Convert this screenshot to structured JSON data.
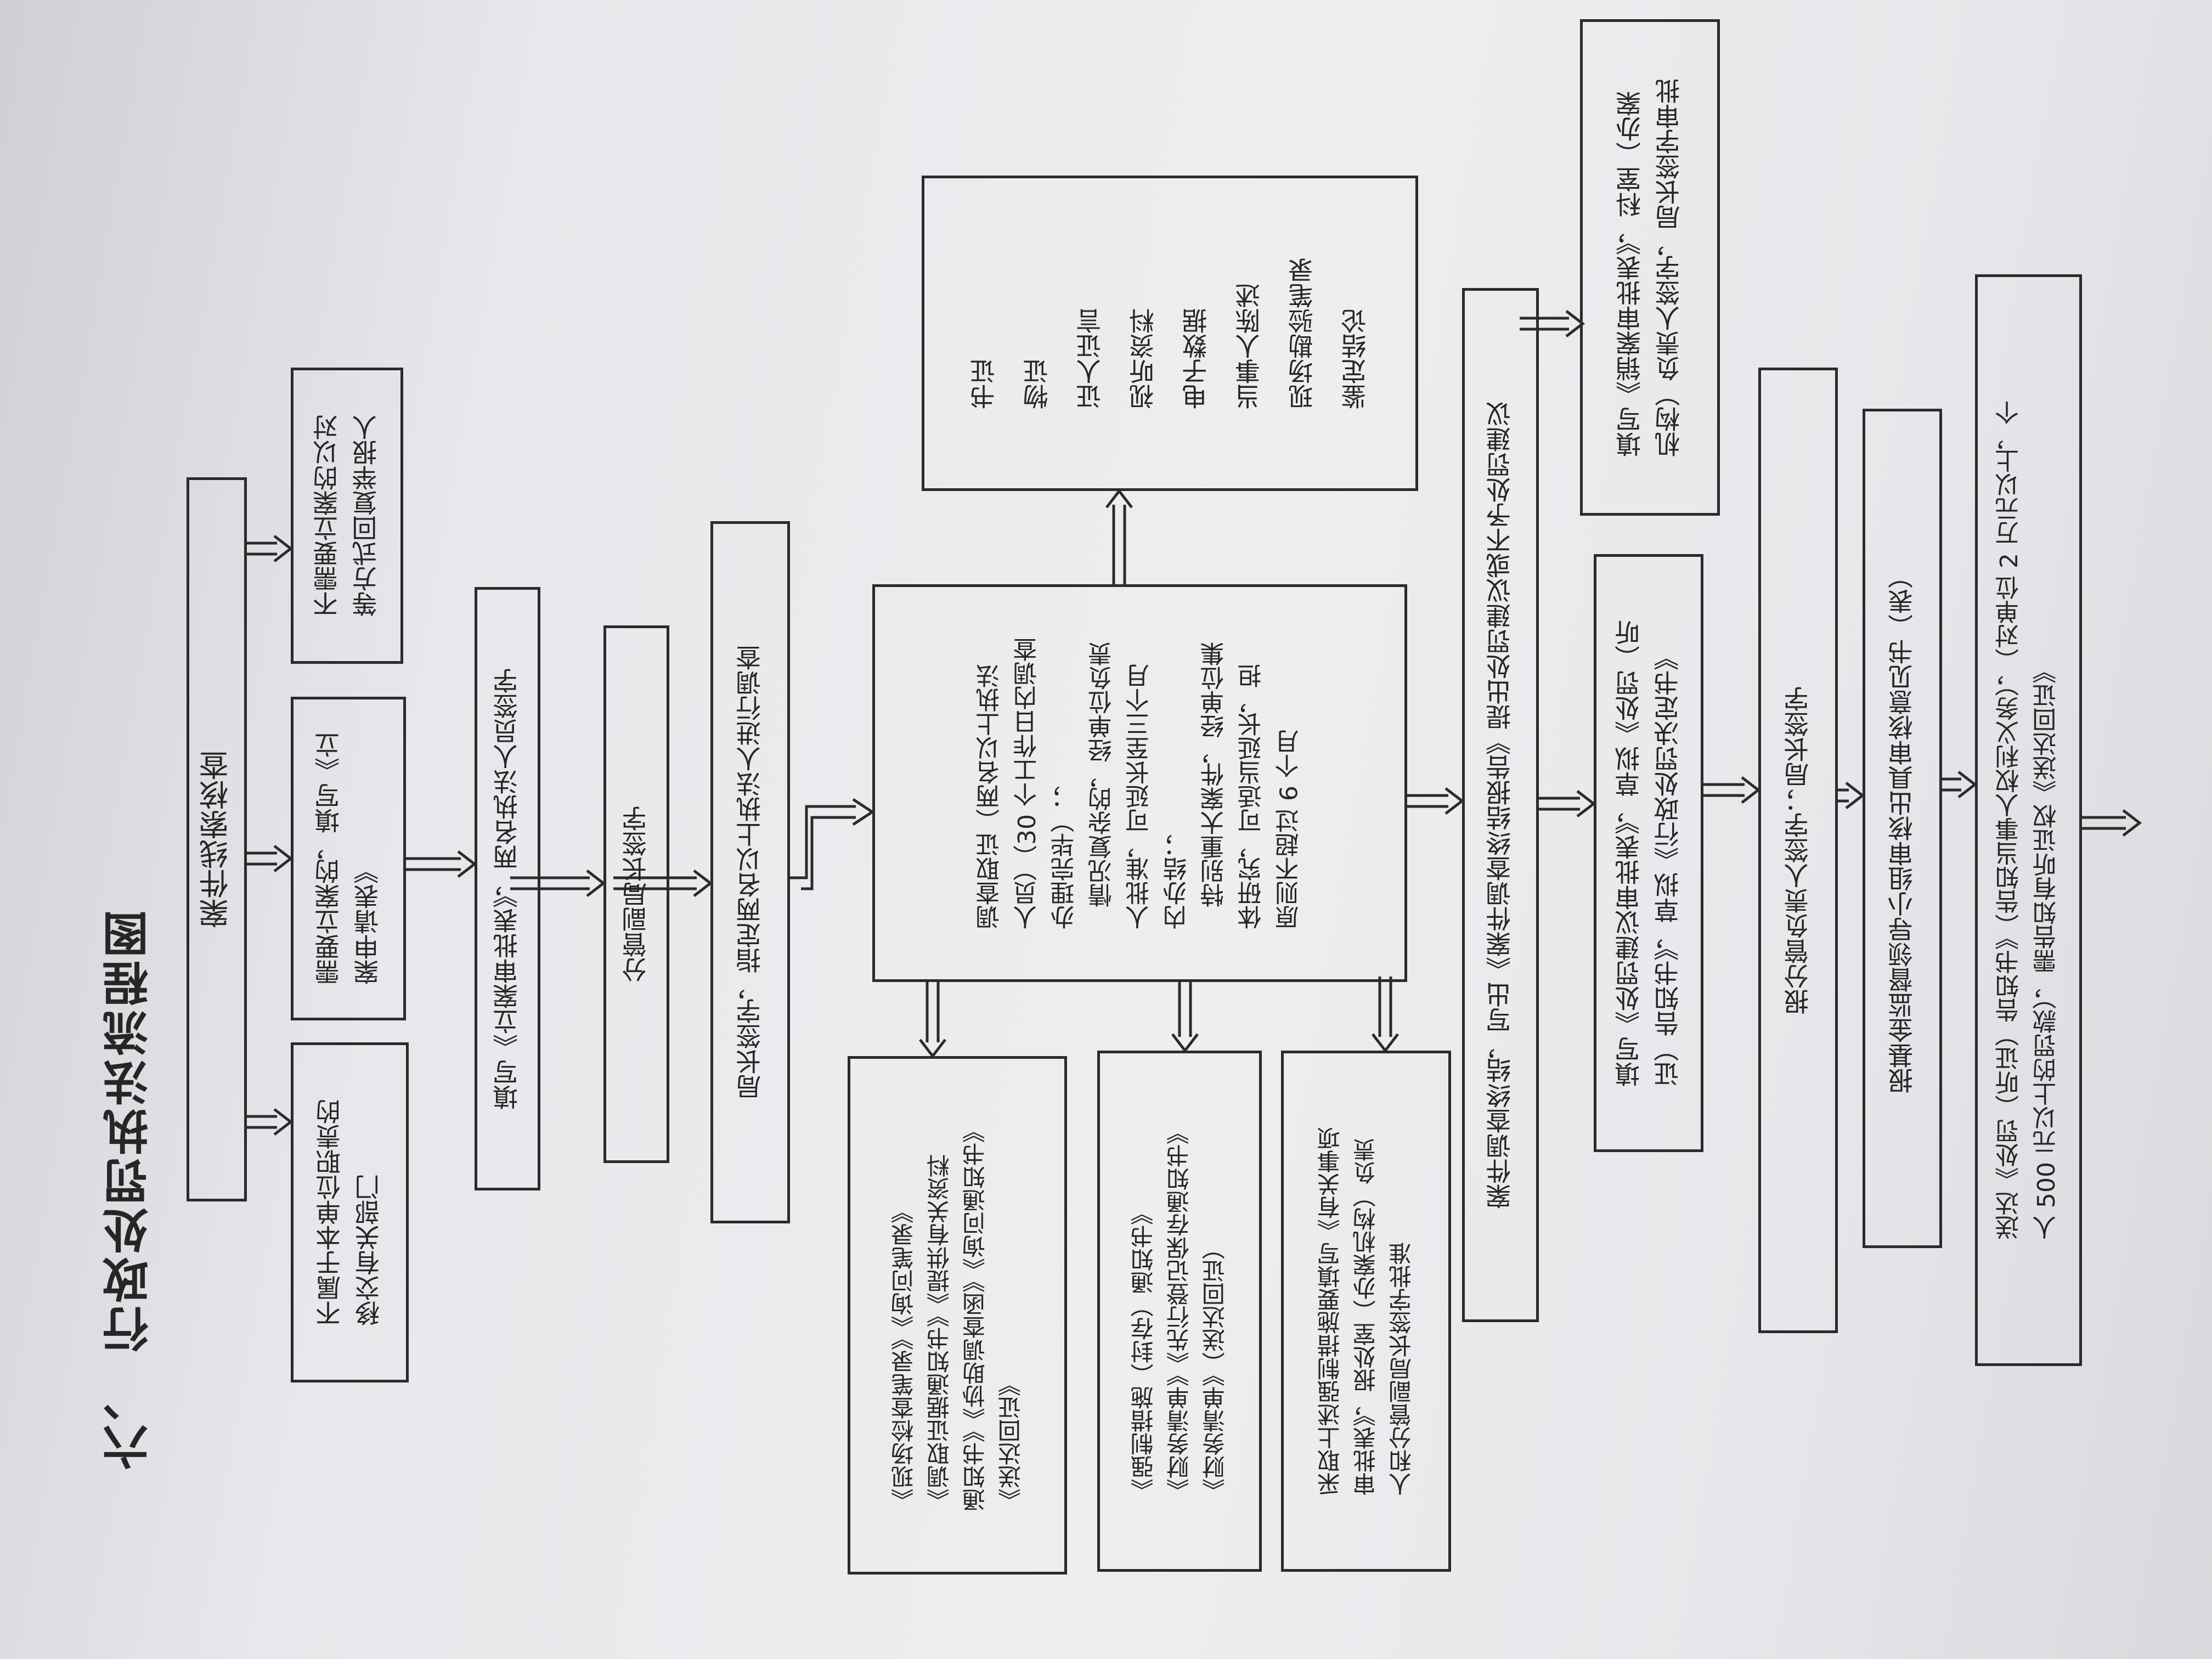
{
  "section_title": "六、 行政处罚执法流程图",
  "nodes": {
    "case_clue": "案件线索核查",
    "not_our_duty": [
      "不属于本单位职责的",
      "移交有关部门"
    ],
    "need_file": [
      "需要立案的，填写《立",
      "案申请表》"
    ],
    "no_need_file": [
      "不需要立案的以对",
      "等方式回复举报人"
    ],
    "fill_approval": "填写《立案审批表》，两名执法人员签字",
    "deputy_sign": "分管副局长签字",
    "director_assign": "局长签字，指定两名以上执法人进行调查",
    "investigation": [
      "调查取证（两名以上执法",
      "人员）（30 个工作日内调查",
      "办理完毕）；",
      "情况复杂的，经单位负责",
      "人批准，可延长至三个月",
      "内办结；",
      "特别重大案件，经单位集",
      "体研究，可适当延长，担",
      "原则不超过 6 个月"
    ],
    "evidence_types": [
      "书证",
      "物证",
      "证人证言",
      "视听资料",
      "电子数据",
      "当事人陈述",
      "现场勘验笔录",
      "鉴定结论"
    ],
    "docs_inspection": [
      "《现场检查笔录》《询问笔录》",
      "《调取证据通知书》《提供有关资料",
      "通知书》《协助调查函》《询问通知书》",
      "《送达回证》"
    ],
    "docs_coercive": [
      "《强制措施（封存）通知书》",
      "《财务清单》《先行登记保存通知书》",
      "《财务清单》（送达回证）"
    ],
    "coercive_approval": [
      "采取上述强制措施要填写《有关事项",
      "审批表》，报处室（办案机构）负责",
      "人和分管副局长签字批准"
    ],
    "case_end": "案件调查终结，写出《案件调查终结报告》提出处罚建议或不予处罚建议",
    "no_penalty": [
      "填写《销案审批表》，科室（办案",
      "机构）负责人签字，局长签字审批"
    ],
    "penalty_docs": [
      "填写《处罚建议审批表》，草拟《处罚（听",
      "证）告知书》，草拟《行政处罚决定书》"
    ],
    "report_sign": "报分管负责人签字；局长签字",
    "supervision": "报基金监督领导小组审核出具审核意见书（表）",
    "delivery": [
      "送达《处罚（听证）告知书》（告知当事人权利义务），（对单位 2 万元以上，个",
      "人 500 元以上的罚款），需告知有听证权《送达回证》"
    ]
  }
}
